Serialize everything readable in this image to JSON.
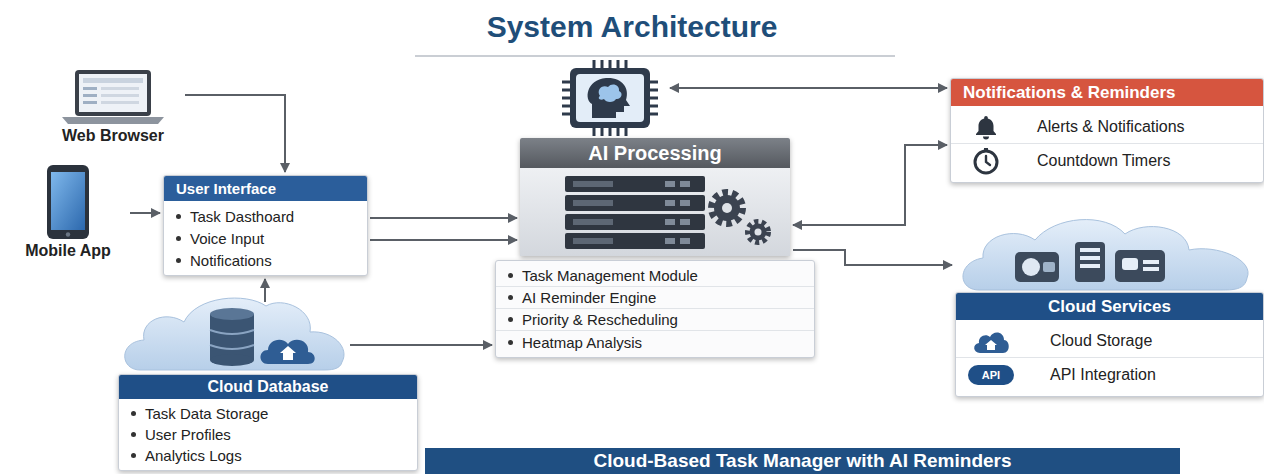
{
  "diagram": {
    "title": "System Architecture",
    "caption": "Cloud-Based Task Manager with AI Reminders",
    "nodes": [
      {
        "text": [
          "Web Browser"
        ]
      },
      {
        "text": [
          "Mobile App"
        ]
      },
      {
        "text": [
          "User Interface",
          "Task Dasthoard",
          "Voice Input",
          "Notifications"
        ]
      },
      {
        "text": [
          "AI Processing",
          "Task Management Module",
          "AI Reminder Engine",
          "Priority & Rescheduling",
          "Heatmap Analysis"
        ]
      },
      {
        "text": [
          "Notifications & Reminders",
          "Alerts & Notifications",
          "Countdown Timers"
        ]
      },
      {
        "text": [
          "Cloud Services",
          "Cloud Storage",
          "API Integration"
        ]
      },
      {
        "text": [
          "Cloud Database",
          "Task Data Storage",
          "User Profiles",
          "Analytics Logs"
        ]
      }
    ],
    "edges": [
      {
        "from": 0,
        "to": 2,
        "arrow": "to"
      },
      {
        "from": 1,
        "to": 2,
        "arrow": "to"
      },
      {
        "from": 2,
        "to": 3,
        "arrow": "to"
      },
      {
        "from": 2,
        "to": 3,
        "arrow": "to"
      },
      {
        "from": 3,
        "to": 4,
        "arrow": "both"
      },
      {
        "from": 3,
        "to": 4,
        "arrow": "both"
      },
      {
        "from": 3,
        "to": 5,
        "arrow": "to"
      },
      {
        "from": 6,
        "to": 2,
        "arrow": "to"
      },
      {
        "from": 6,
        "to": 3,
        "arrow": "to"
      }
    ],
    "labels": [
      "API"
    ]
  }
}
